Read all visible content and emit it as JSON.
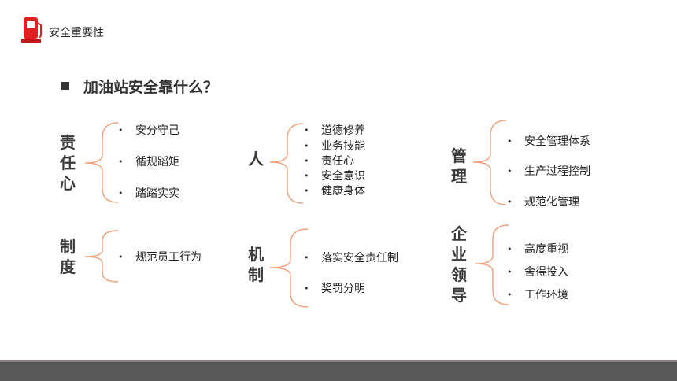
{
  "header": {
    "title": "安全重要性",
    "icon": "fuel-pump-icon",
    "icon_color": "#e02020"
  },
  "question": "加油站安全靠什么？",
  "groups": {
    "responsibility": {
      "label": [
        "责",
        "任",
        "心"
      ],
      "items": [
        "安分守己",
        "循规蹈矩",
        "踏踏实实"
      ]
    },
    "people": {
      "label": [
        "人"
      ],
      "items": [
        "道德修养",
        "业务技能",
        "责任心",
        "安全意识",
        "健康身体"
      ]
    },
    "management": {
      "label": [
        "管",
        "理"
      ],
      "items": [
        "安全管理体系",
        "生产过程控制",
        "规范化管理"
      ]
    },
    "system": {
      "label": [
        "制",
        "度"
      ],
      "items": [
        "规范员工行为"
      ]
    },
    "mechanism": {
      "label": [
        "机",
        "制"
      ],
      "items": [
        "落实安全责任制",
        "奖罚分明"
      ]
    },
    "leadership": {
      "label": [
        "企",
        "业",
        "领",
        "导"
      ],
      "items": [
        "高度重视",
        "舍得投入",
        "工作环境"
      ]
    }
  },
  "colors": {
    "brace": "#f0a07a",
    "footer": "#595959",
    "text": "#222222"
  }
}
